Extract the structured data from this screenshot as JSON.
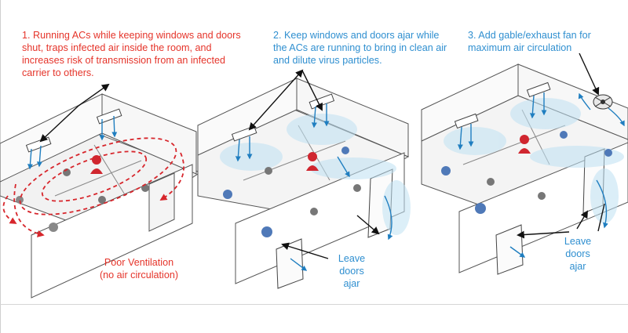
{
  "captions": {
    "step1": "1.  Running ACs while keeping windows and doors shut, traps infected air inside the room, and increases risk of transmission from an infected carrier to others.",
    "step2": "2. Keep windows and doors ajar while the ACs are running to bring in clean air and dilute virus particles.",
    "step3": "3. Add gable/exhaust fan for maximum air circulation"
  },
  "labels": {
    "poor_line1": "Poor Ventilation",
    "poor_line2": "(no air circulation)",
    "ajar2_line1": "Leave",
    "ajar2_line2": "doors",
    "ajar2_line3": "ajar",
    "ajar3_line1": "Leave",
    "ajar3_line2": "doors",
    "ajar3_line3": "ajar"
  },
  "colors": {
    "warning_red": "#e5342a",
    "clean_blue": "#2f8fd0",
    "mist_blue": "#bfe1f3",
    "outline": "#555555",
    "occupant_blue": "#4f79b8"
  }
}
